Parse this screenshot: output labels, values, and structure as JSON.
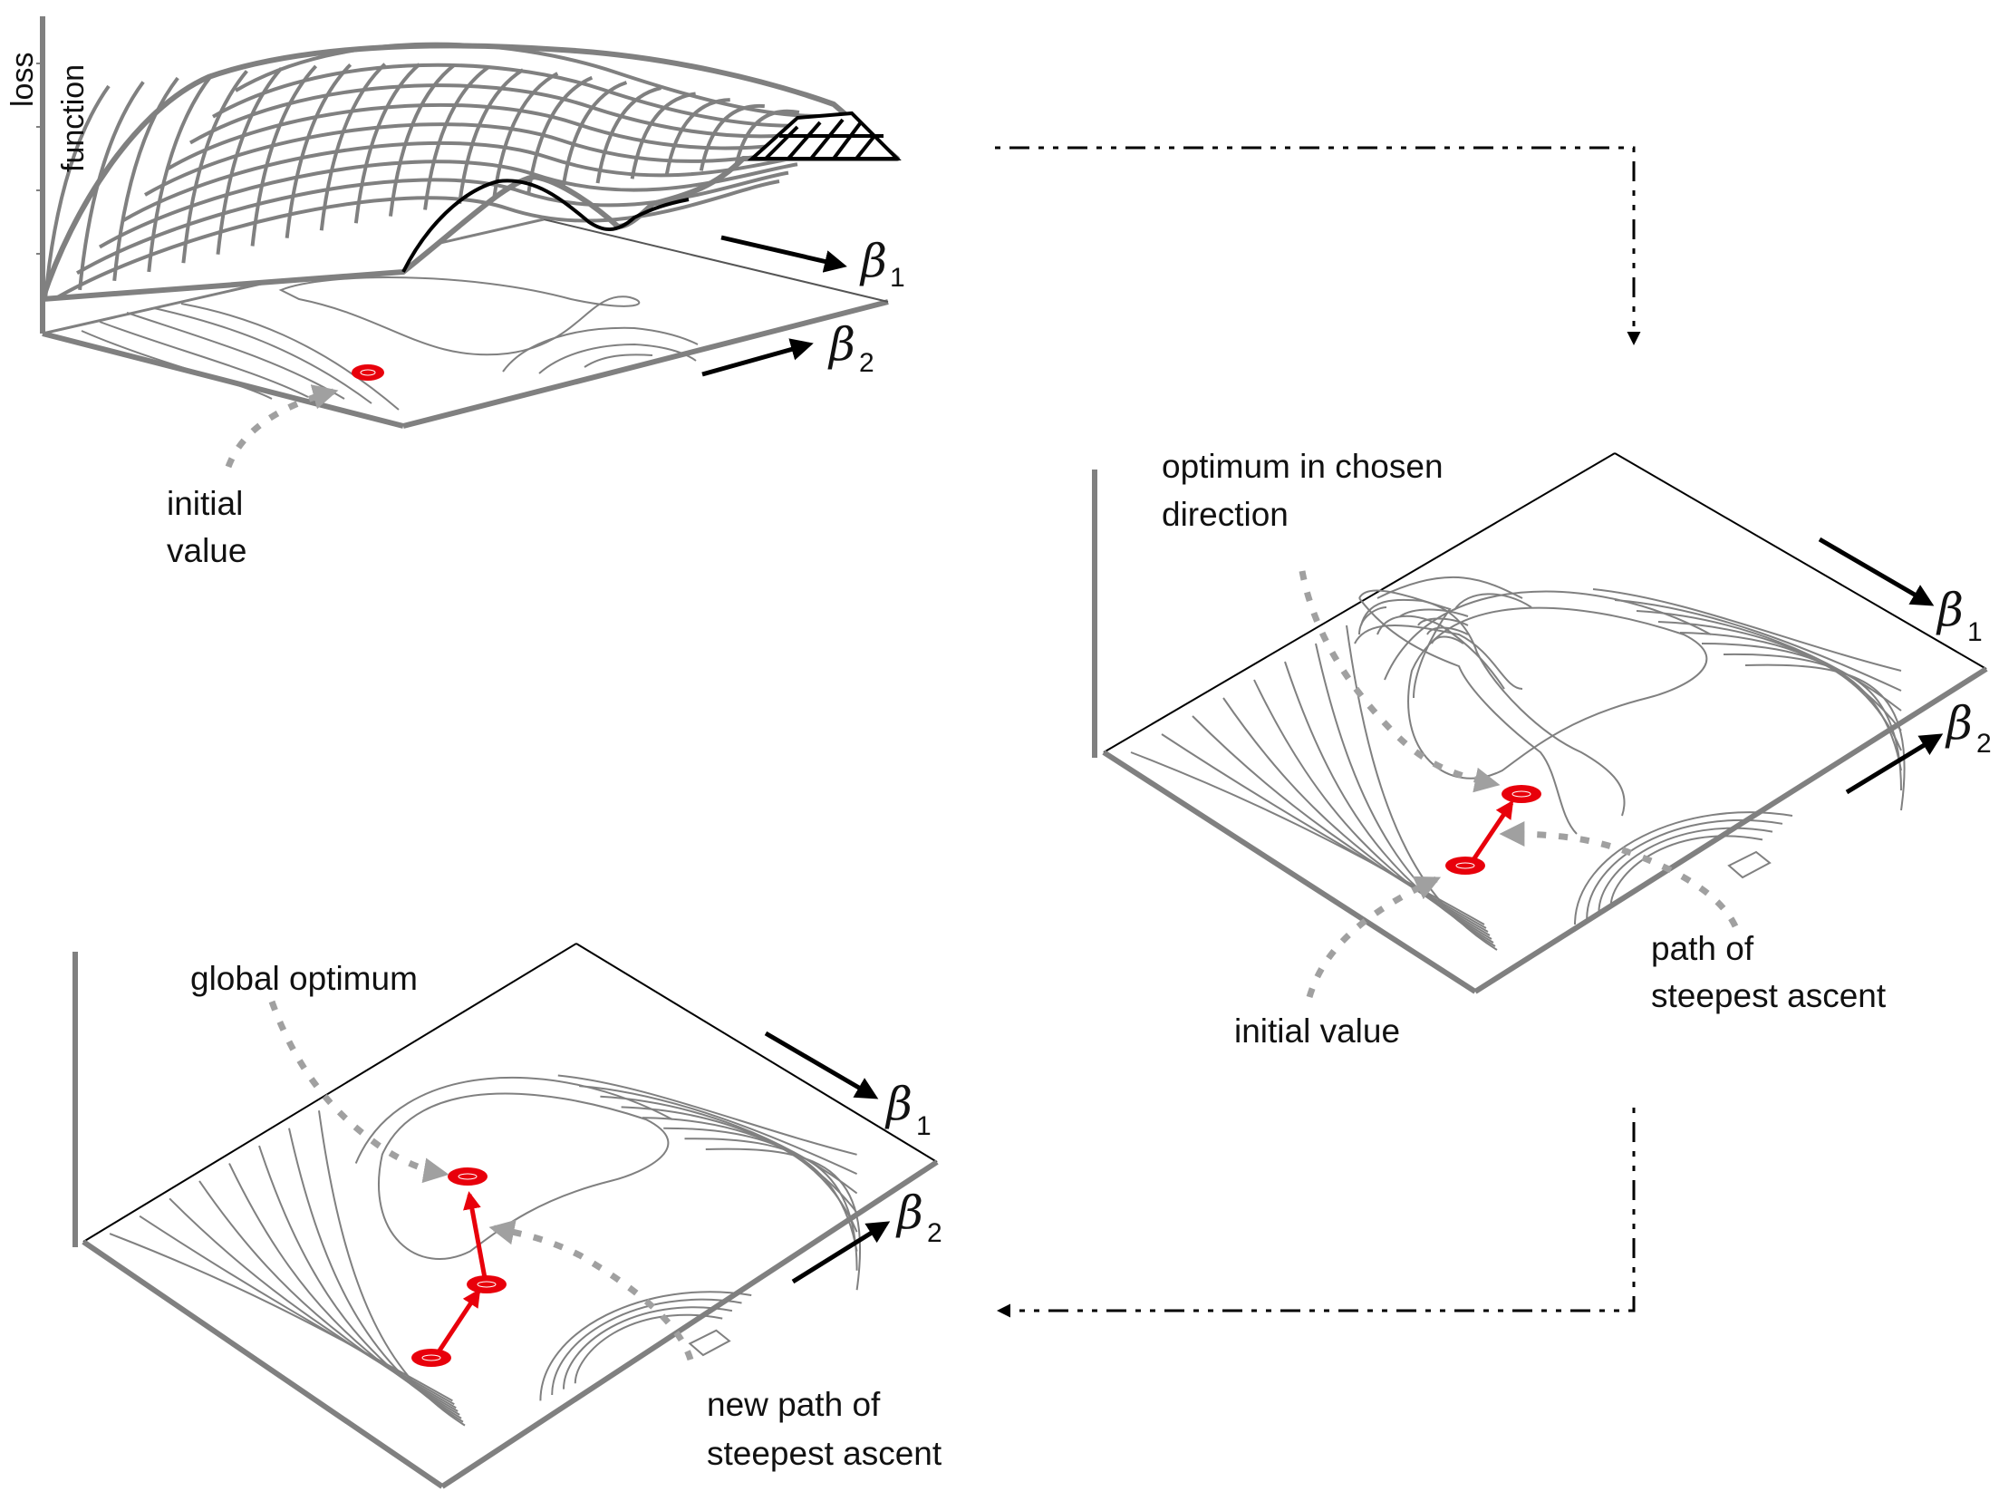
{
  "panel1": {
    "axis_label_line1": "loss",
    "axis_label_line2": "function",
    "beta1_symbol": "β",
    "beta1_sub": "1",
    "beta2_symbol": "β",
    "beta2_sub": "2",
    "initial_line1": "initial",
    "initial_line2": "value"
  },
  "panel2": {
    "optimum_line1": "optimum in chosen",
    "optimum_line2": "direction",
    "path_line1": "path of",
    "path_line2": "steepest ascent",
    "initial": "initial value",
    "beta1_symbol": "β",
    "beta1_sub": "1",
    "beta2_symbol": "β",
    "beta2_sub": "2"
  },
  "panel3": {
    "global": "global optimum",
    "newpath_line1": "new path of",
    "newpath_line2": "steepest ascent",
    "beta1_symbol": "β",
    "beta1_sub": "1",
    "beta2_symbol": "β",
    "beta2_sub": "2"
  },
  "colors": {
    "axis": "#808080",
    "contour": "#808080",
    "point": "#e8000b",
    "dashed_arrow": "#a0a0a0",
    "flow_arrow": "#000000"
  }
}
